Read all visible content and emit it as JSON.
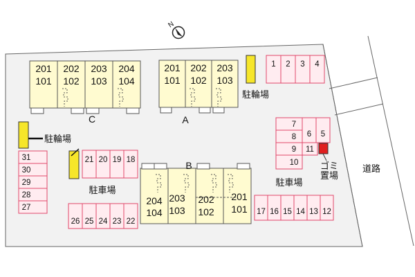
{
  "compass": {
    "letter": "N"
  },
  "buildings": {
    "c": {
      "letter": "C",
      "upper": [
        "201",
        "202",
        "203",
        "204"
      ],
      "lower": [
        "101",
        "102",
        "103",
        "104"
      ]
    },
    "a": {
      "letter": "A",
      "upper": [
        "201",
        "202",
        "203"
      ],
      "lower": [
        "101",
        "102",
        "103"
      ]
    },
    "b": {
      "letter": "B",
      "upper": [
        "204",
        "203",
        "202",
        "201"
      ],
      "lower": [
        "104",
        "103",
        "102",
        "101"
      ]
    }
  },
  "labels": {
    "bicycle_parking": "駐輪場",
    "parking": "駐車場",
    "garbage": [
      "ゴミ",
      "置場"
    ],
    "road": "道路"
  },
  "parking_stalls": {
    "top_right": [
      "1",
      "2",
      "3",
      "4"
    ],
    "right_grid": [
      "7",
      "8",
      "6",
      "5",
      "9",
      "11",
      "10"
    ],
    "left_column": [
      "31",
      "30",
      "29",
      "28",
      "27"
    ],
    "center_row": [
      "21",
      "20",
      "19",
      "18"
    ],
    "bottom_left_row": [
      "26",
      "25",
      "24",
      "23",
      "22"
    ],
    "bottom_right_row": [
      "17",
      "16",
      "15",
      "14",
      "13",
      "12"
    ]
  },
  "colors": {
    "building_fill": "#fffbd0",
    "stall_border": "#e0476a",
    "bicycle_fill": "#f6e62a",
    "garbage_fill": "#e02020"
  }
}
